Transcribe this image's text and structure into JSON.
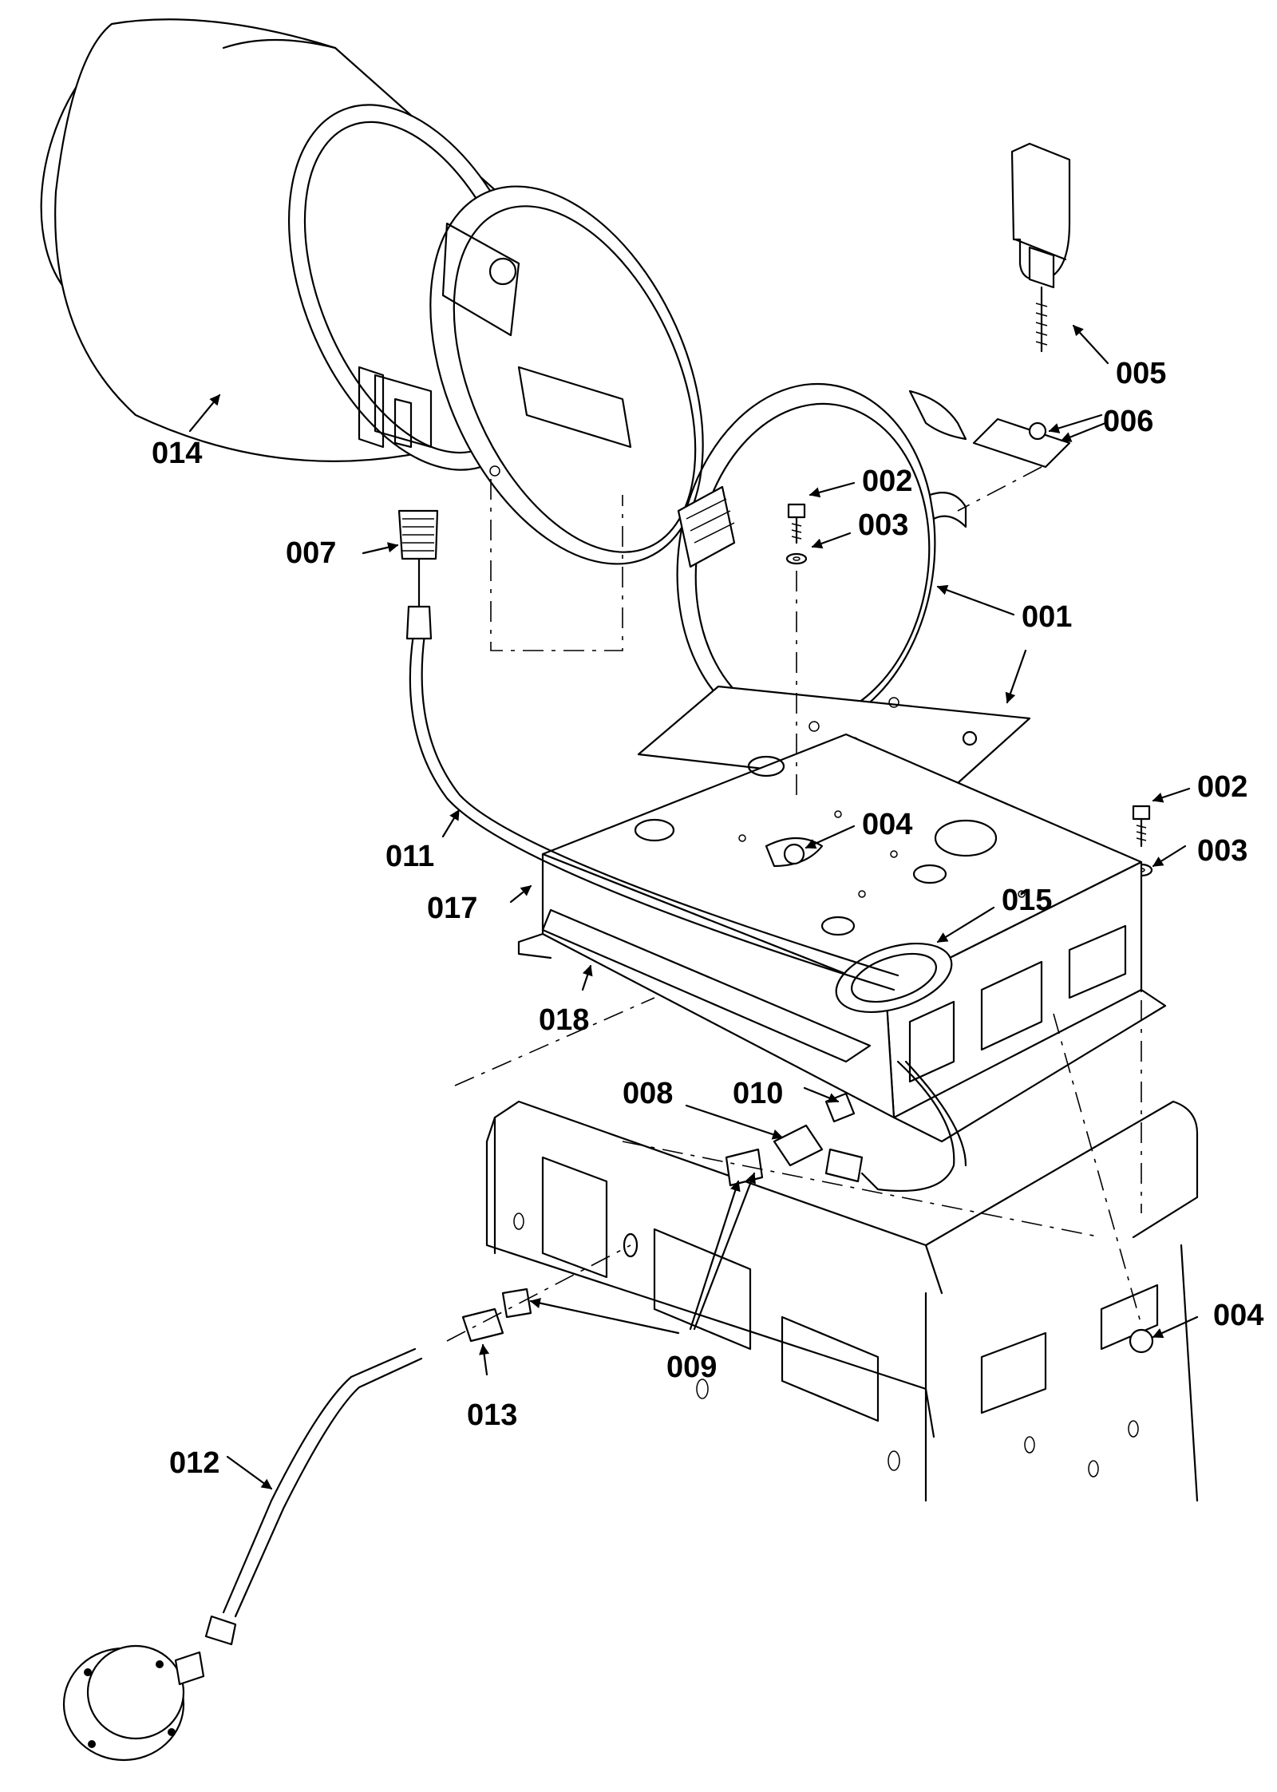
{
  "callouts": {
    "c001": "001",
    "c002a": "002",
    "c002b": "002",
    "c003a": "003",
    "c003b": "003",
    "c004a": "004",
    "c004b": "004",
    "c005": "005",
    "c006": "006",
    "c007": "007",
    "c008": "008",
    "c009": "009",
    "c010": "010",
    "c011": "011",
    "c012": "012",
    "c013": "013",
    "c014": "014",
    "c015": "015",
    "c017": "017",
    "c018": "018"
  }
}
